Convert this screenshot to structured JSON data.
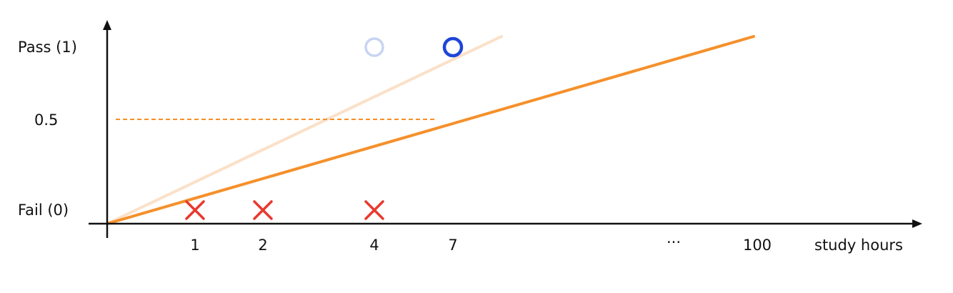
{
  "y_labels": {
    "pass": "Pass (1)",
    "threshold": "0.5",
    "fail": "Fail (0)"
  },
  "x_labels": {
    "t1": "1",
    "t2": "2",
    "t4": "4",
    "t7": "7",
    "ellipsis": "···",
    "t100": "100",
    "axis": "study hours"
  },
  "colors": {
    "axis": "#111111",
    "fit_line": "#f5902a",
    "faded_line": "#fbe0c8",
    "fail_marker": "#e8392e",
    "pass_marker": "#1f45d8",
    "faded_pass_marker": "#c8d4f2",
    "threshold": "#f5902a"
  },
  "markers": {
    "fail": "cross-icon",
    "pass": "circle-icon"
  },
  "points": [
    {
      "hours": 1,
      "label": "fail"
    },
    {
      "hours": 2,
      "label": "fail"
    },
    {
      "hours": 4,
      "label": "fail"
    },
    {
      "hours": 4,
      "label": "pass",
      "faded": true
    },
    {
      "hours": 7,
      "label": "pass"
    }
  ]
}
